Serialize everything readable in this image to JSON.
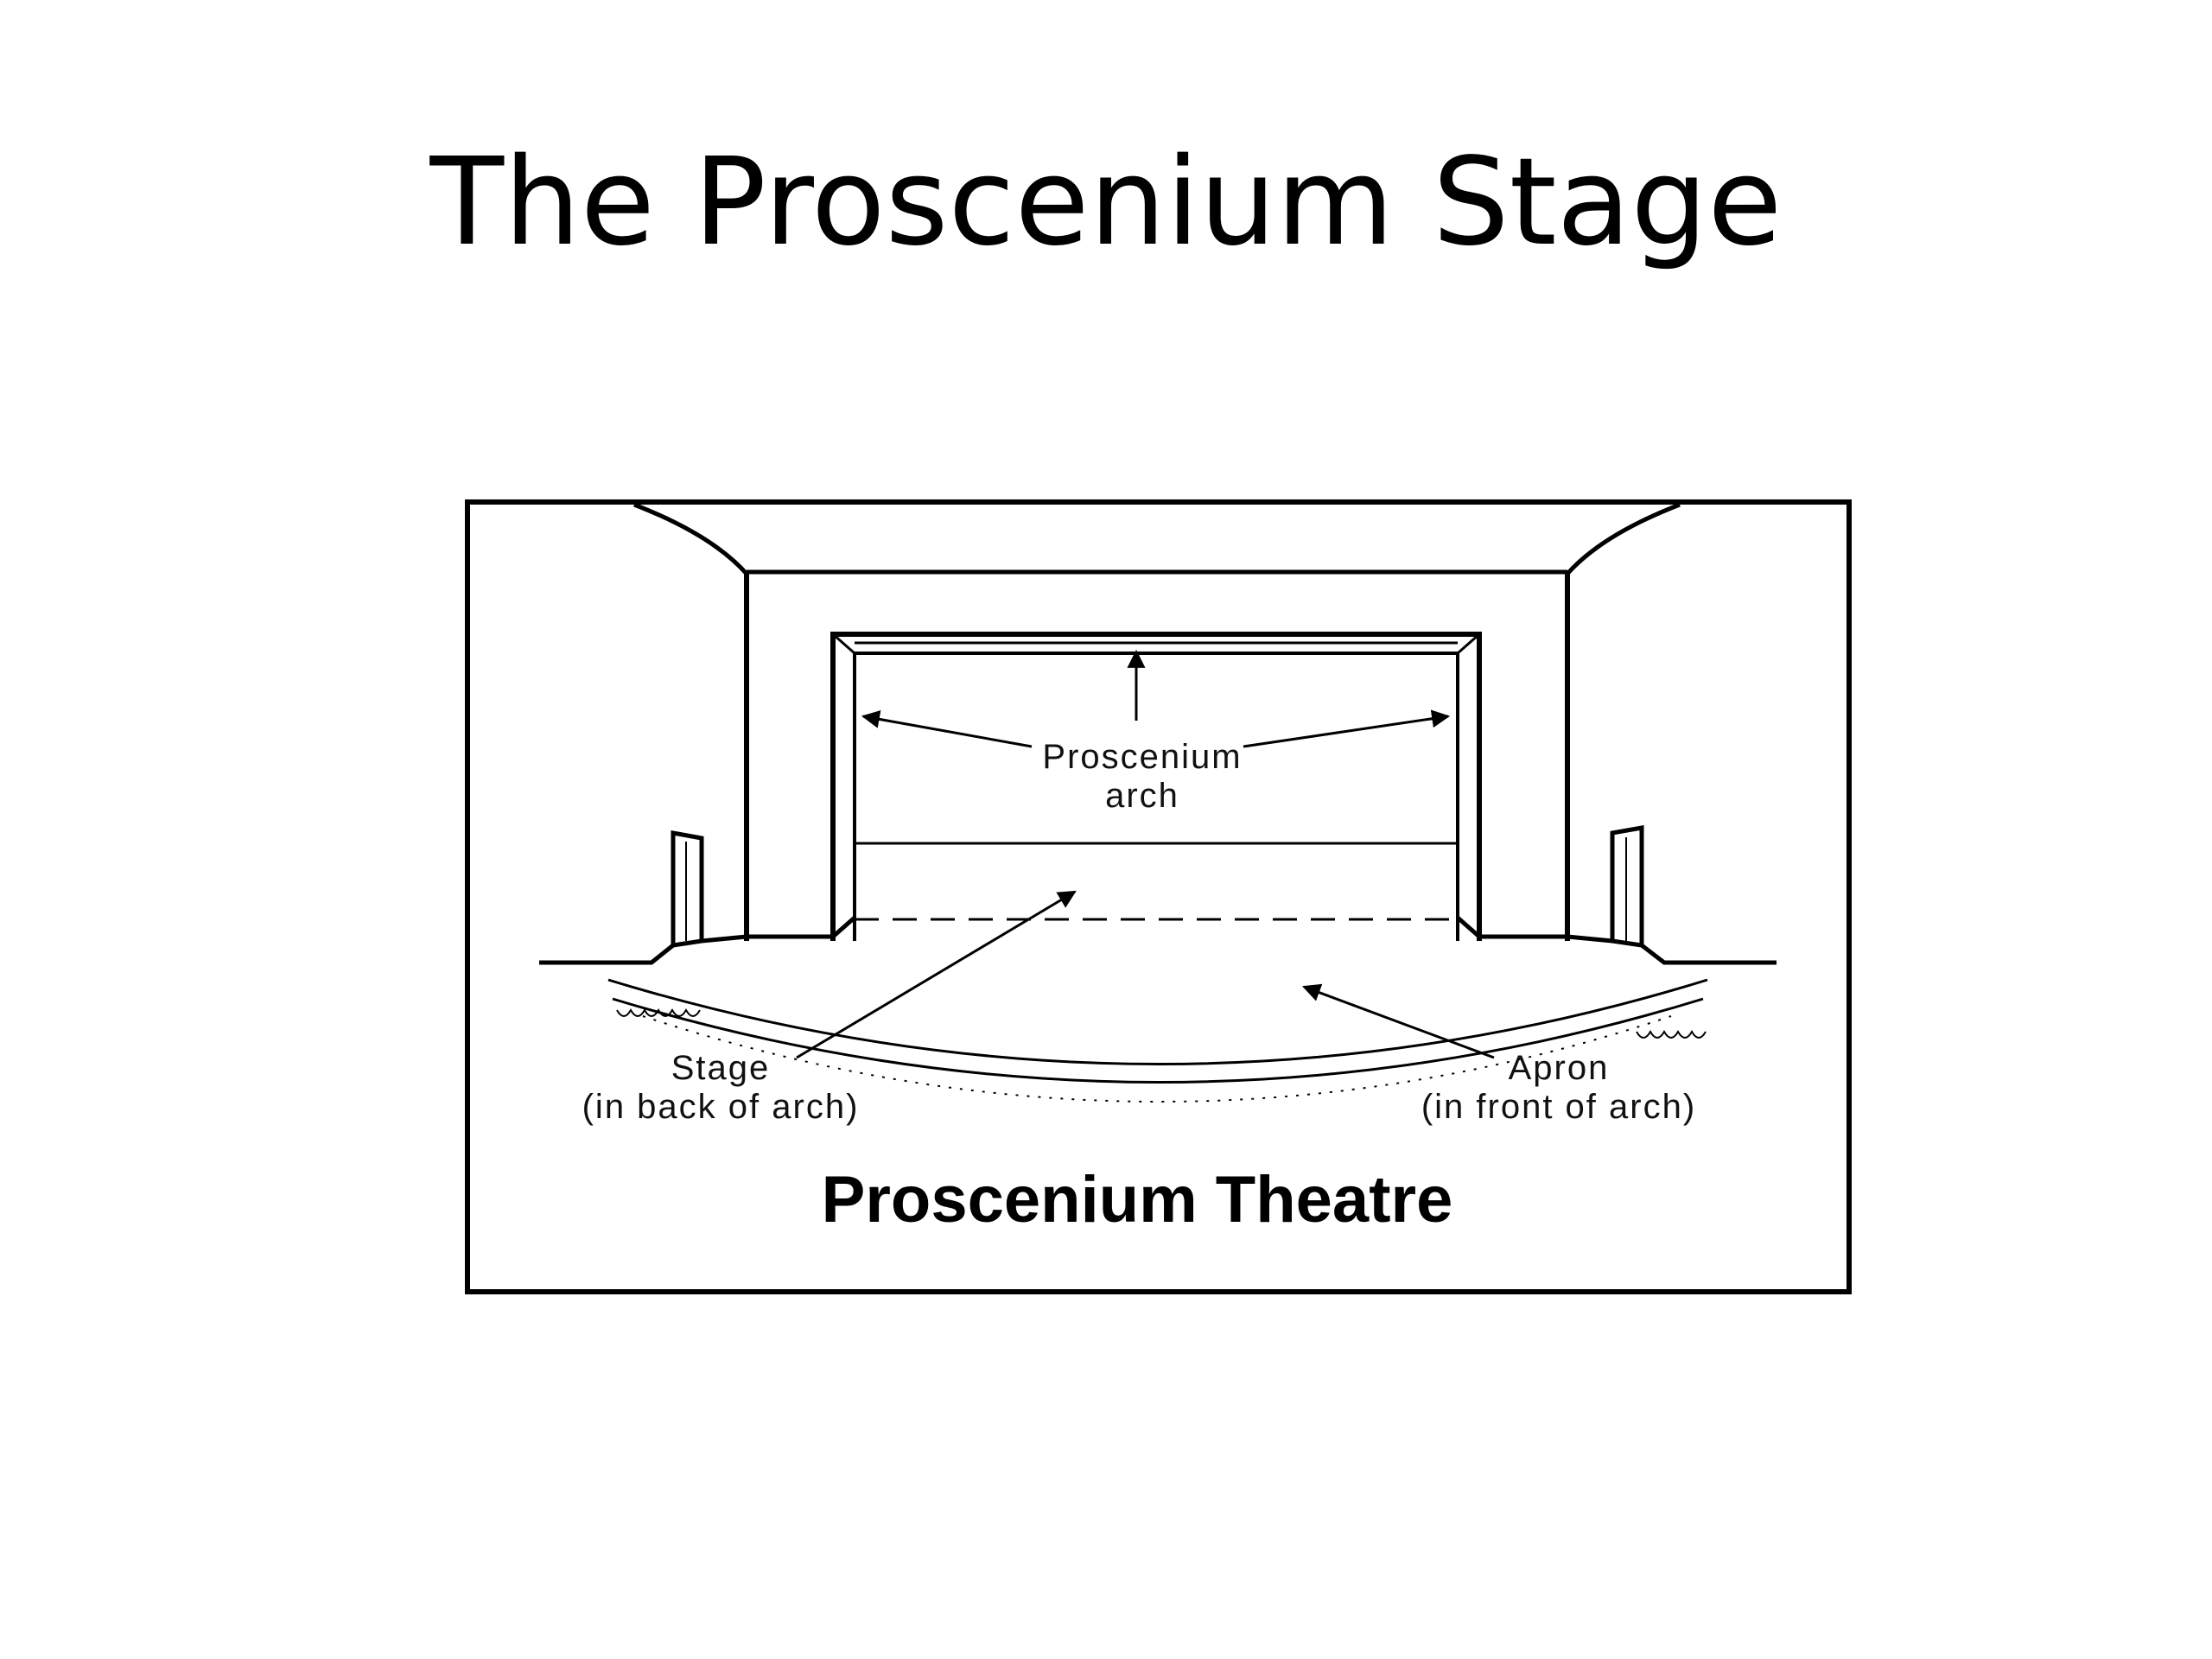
{
  "slide": {
    "title": "The Proscenium Stage"
  },
  "figure": {
    "caption": "Proscenium Theatre",
    "labels": {
      "proscenium_arch_line1": "Proscenium",
      "proscenium_arch_line2": "arch",
      "stage_line1": "Stage",
      "stage_line2": "(in back of arch)",
      "apron_line1": "Apron",
      "apron_line2": "(in front of arch)"
    }
  },
  "colors": {
    "background": "#ffffff",
    "ink": "#000000"
  }
}
